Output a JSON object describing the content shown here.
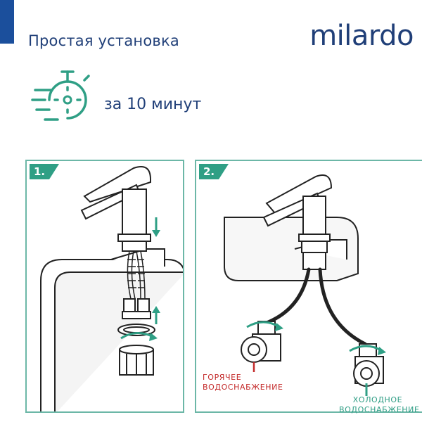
{
  "header": {
    "title": "Простая установка",
    "brand": "milardo",
    "accent_color": "#1b4f9c",
    "text_color": "#203f78"
  },
  "timer": {
    "icon": "stopwatch-icon",
    "text": "за 10 минут"
  },
  "steps": [
    {
      "label": "1."
    },
    {
      "label": "2."
    }
  ],
  "labels": {
    "hot_line1": "ГОРЯЧЕЕ",
    "hot_line2": "ВОДОСНАБЖЕНИЕ",
    "cold_line1": "ХОЛОДНОЕ",
    "cold_line2": "ВОДОСНАБЖЕНИЕ",
    "hot_color": "#c42b2b",
    "cold_color": "#2e9d84"
  },
  "colors": {
    "teal": "#2f9f85",
    "panel_border": "#6cb7a7",
    "line": "#222222"
  }
}
